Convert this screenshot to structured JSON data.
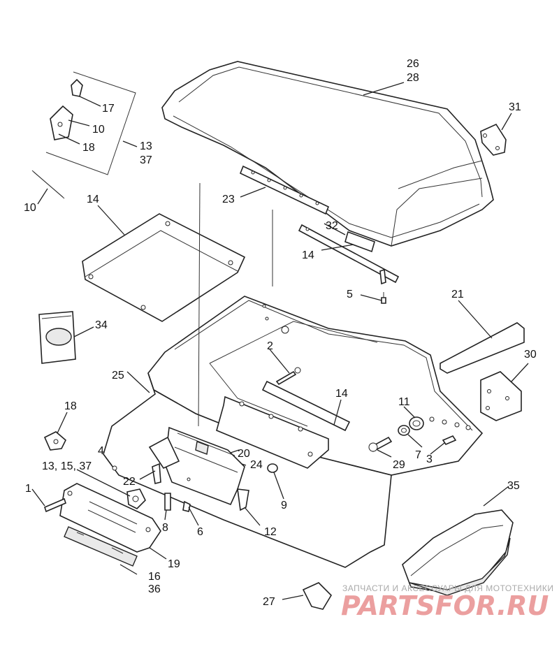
{
  "diagram": {
    "callouts": {
      "c26": "26",
      "c28": "28",
      "c31": "31",
      "c17": "17",
      "c10a": "10",
      "c18a": "18",
      "c13a": "13",
      "c37a": "37",
      "c10b": "10",
      "c14a": "14",
      "c23": "23",
      "c32": "32",
      "c14b": "14",
      "c5": "5",
      "c21": "21",
      "c34": "34",
      "c2": "2",
      "c30": "30",
      "c25": "25",
      "c14c": "14",
      "c11": "11",
      "c18b": "18",
      "c20": "20",
      "c7": "7",
      "c3": "3",
      "c29": "29",
      "c4": "4",
      "c13group": "13, 15, 37",
      "c24": "24",
      "c22": "22",
      "c9": "9",
      "c1": "1",
      "c8": "8",
      "c6": "6",
      "c12": "12",
      "c35": "35",
      "c19": "19",
      "c16": "16",
      "c36": "36",
      "c27": "27"
    }
  },
  "watermark": {
    "tagline": "ЗАПЧАСТИ И АКСЕССУАРЫ ДЛЯ МОТОТЕХНИКИ",
    "logo": "PARTSFOR.RU"
  }
}
